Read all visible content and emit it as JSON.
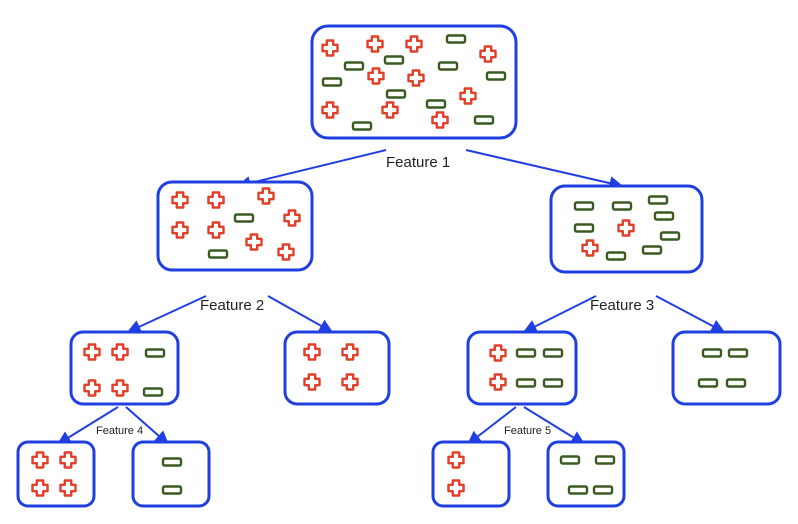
{
  "colors": {
    "box_stroke": "#1f3fe0",
    "plus_stroke": "#e0402a",
    "minus_stroke": "#3a5a22",
    "minus_fill": "#ffffff"
  },
  "symbols": {
    "plus": "plus-icon",
    "minus": "minus-icon"
  },
  "labels": {
    "feature_1": "Feature 1",
    "feature_2": "Feature 2",
    "feature_3": "Feature 3",
    "feature_4": "Feature 4",
    "feature_5": "Feature 5"
  },
  "nodes": [
    {
      "id": "root",
      "plus": 10,
      "minus": 10
    },
    {
      "id": "n-left",
      "plus": 8,
      "minus": 2
    },
    {
      "id": "n-right",
      "plus": 2,
      "minus": 8
    },
    {
      "id": "n-ll",
      "plus": 4,
      "minus": 2
    },
    {
      "id": "n-lr",
      "plus": 4,
      "minus": 0
    },
    {
      "id": "n-rl",
      "plus": 2,
      "minus": 4
    },
    {
      "id": "n-rr",
      "plus": 0,
      "minus": 4
    },
    {
      "id": "n-lll",
      "plus": 4,
      "minus": 0
    },
    {
      "id": "n-llr",
      "plus": 0,
      "minus": 2
    },
    {
      "id": "n-rll",
      "plus": 2,
      "minus": 0
    },
    {
      "id": "n-rlr",
      "plus": 0,
      "minus": 4
    }
  ]
}
